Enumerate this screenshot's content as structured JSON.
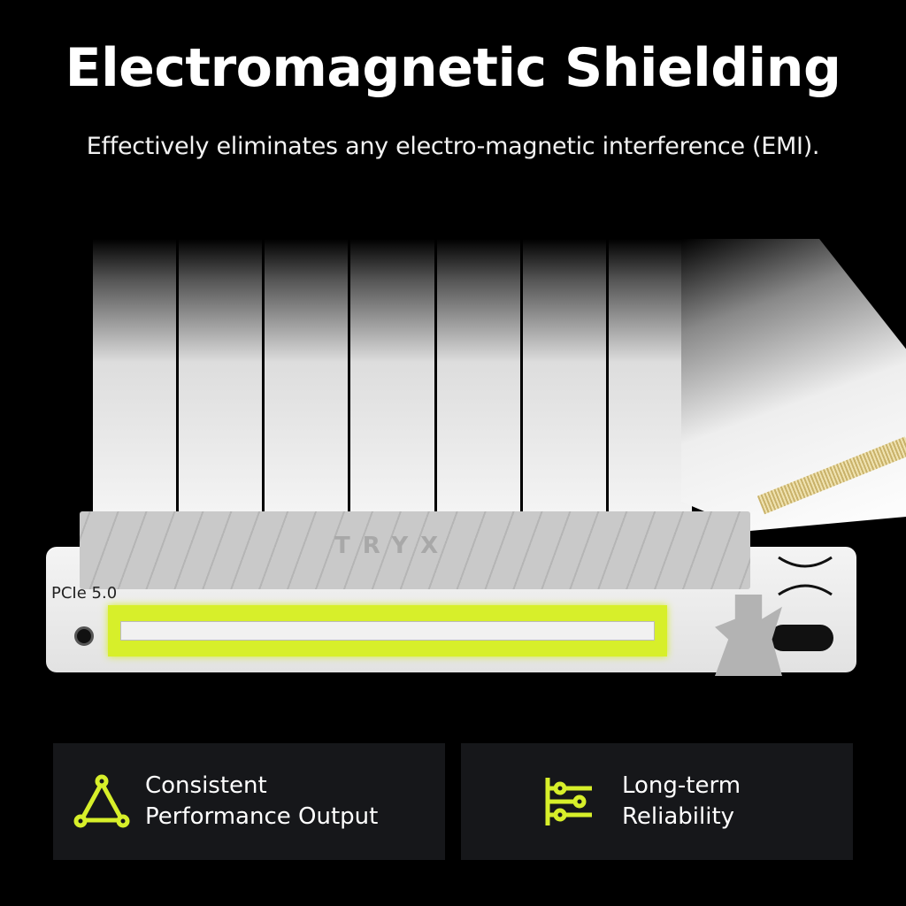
{
  "header": {
    "title": "Electromagnetic Shielding",
    "subtitle": "Effectively eliminates any electro-magnetic interference (EMI)."
  },
  "product": {
    "brand_logo": "TRYX",
    "slot_label": "PCIe 5.0",
    "accent_color": "#d7ef2a"
  },
  "features": [
    {
      "icon": "triangle-nodes-icon",
      "line1": "Consistent",
      "line2": "Performance Output"
    },
    {
      "icon": "circuit-lines-icon",
      "line1": "Long-term",
      "line2": "Reliability"
    }
  ]
}
